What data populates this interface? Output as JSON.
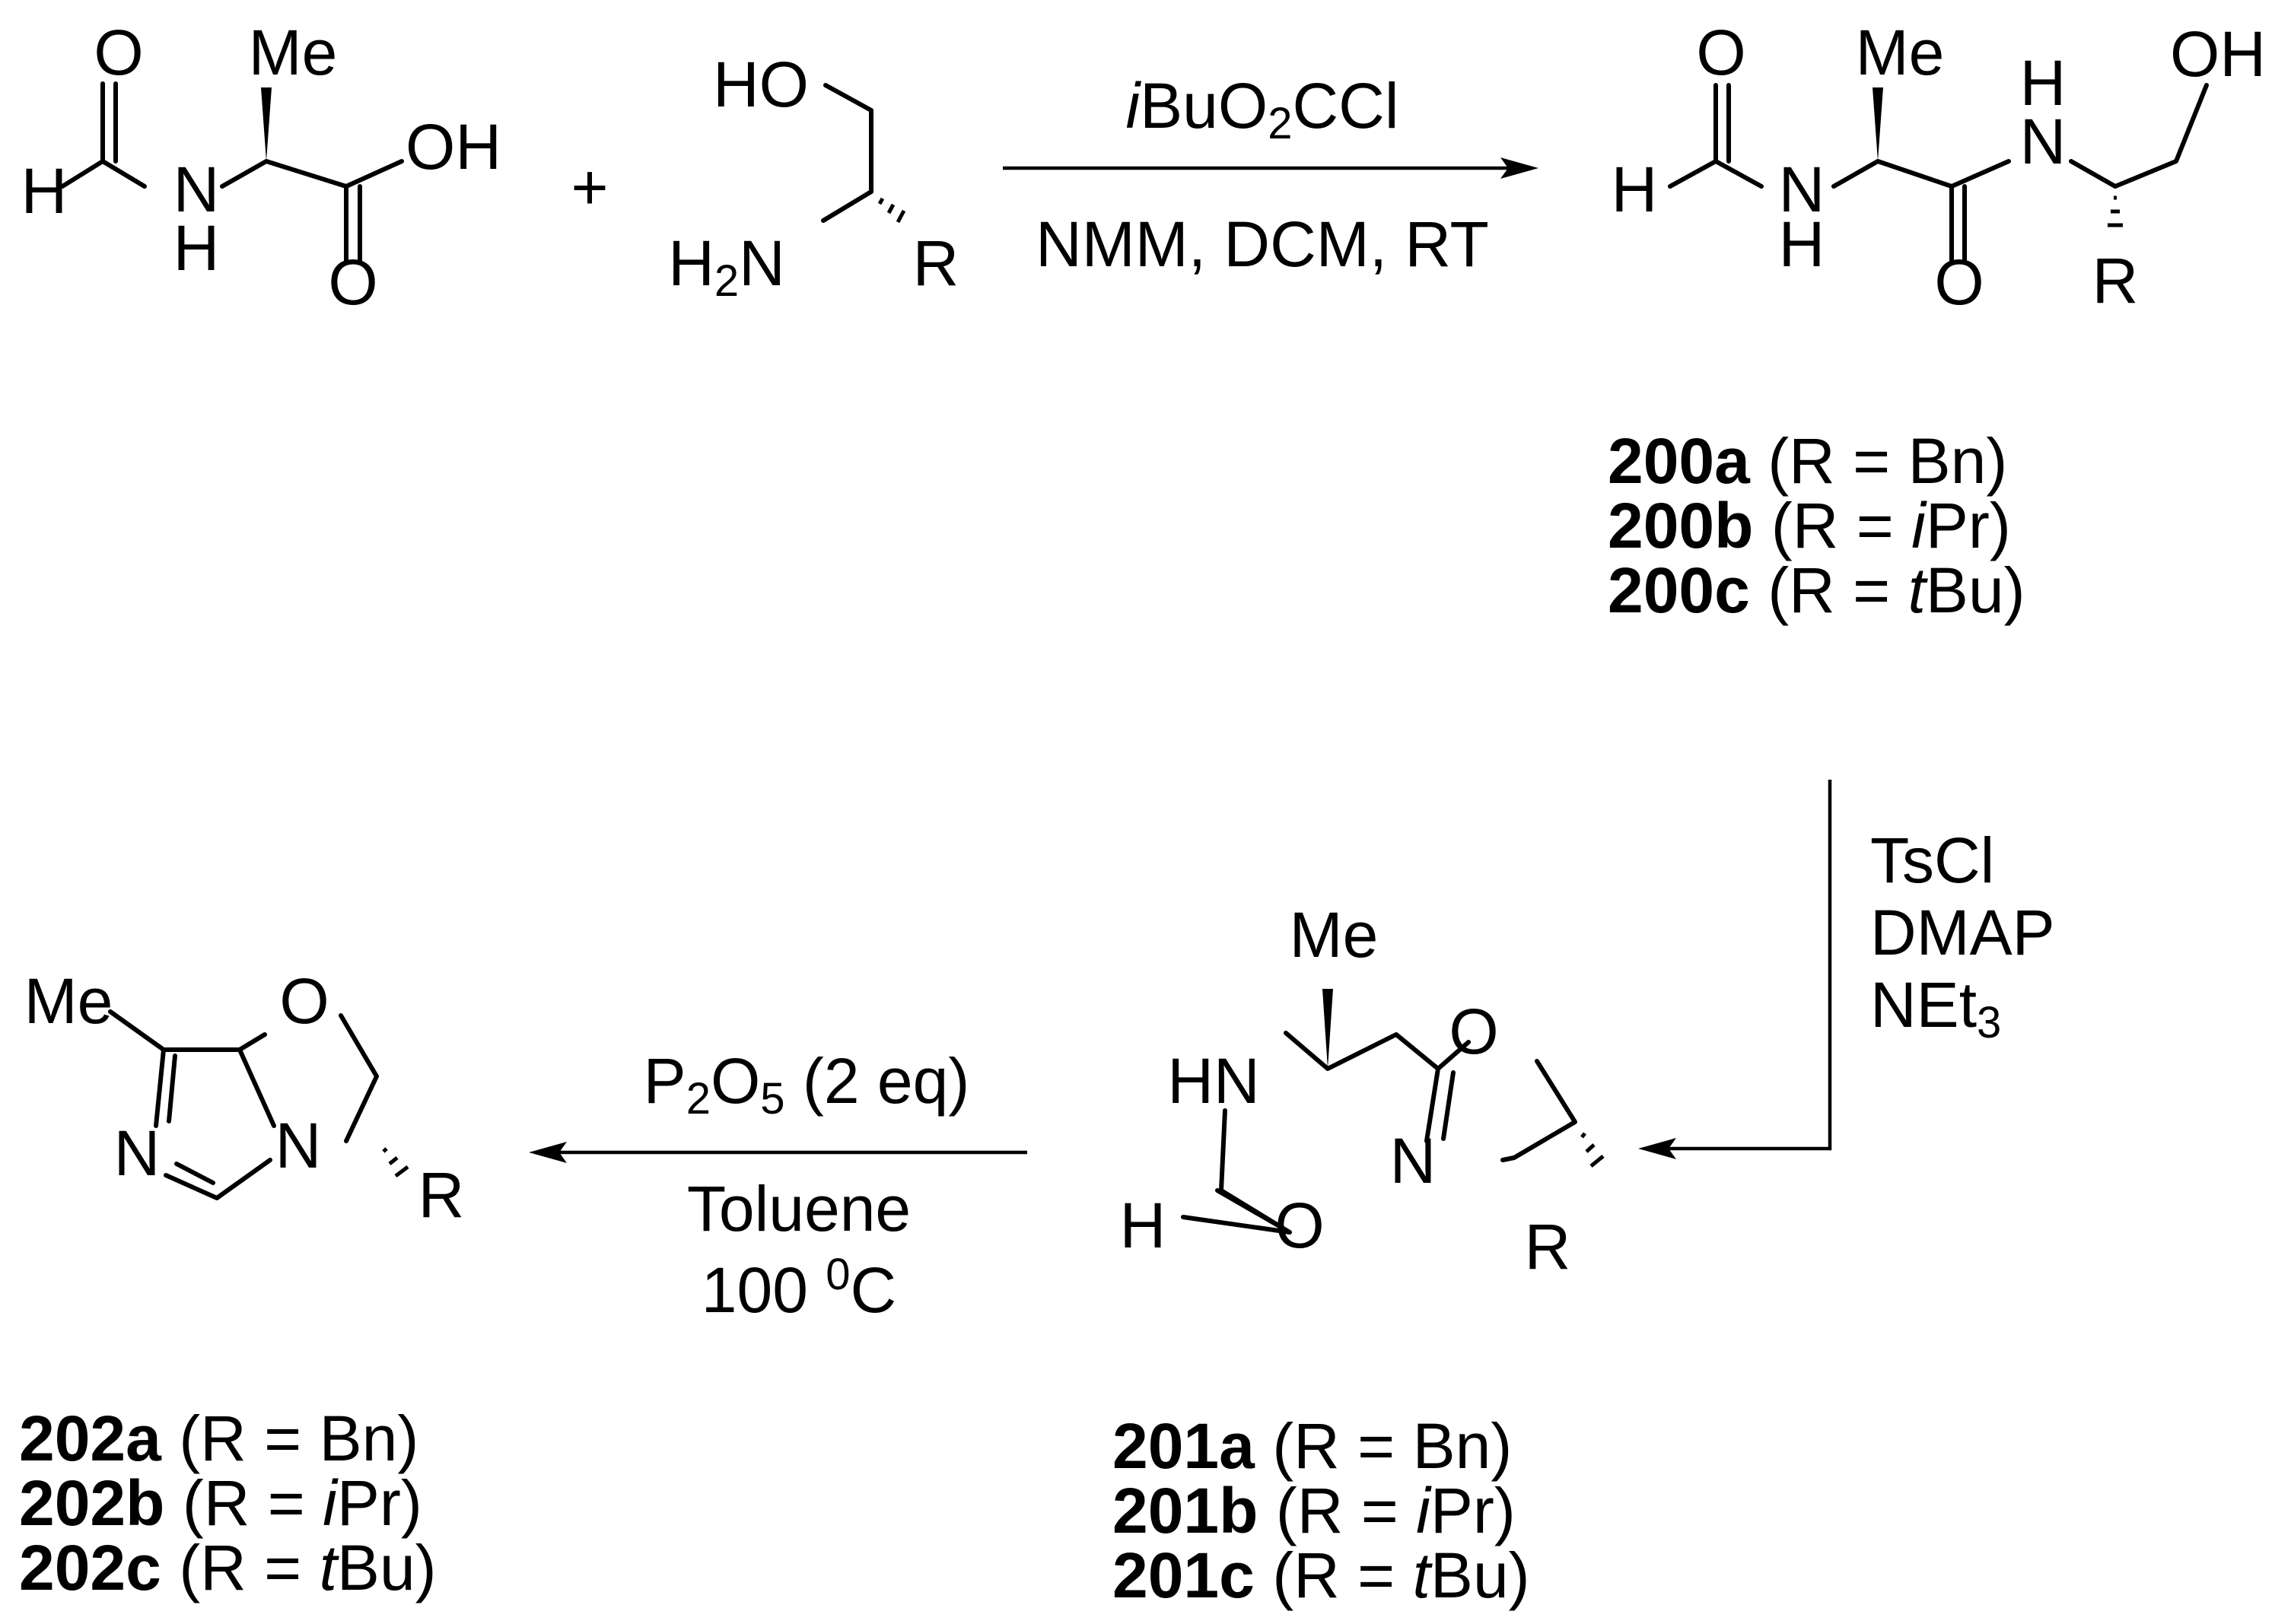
{
  "atoms": {
    "o": "O",
    "me": "Me",
    "h": "H",
    "n": "N",
    "oh": "OH",
    "ho": "HO",
    "hn": "HN",
    "r": "R",
    "h2n_h": "H",
    "h2n_sub": "2",
    "h2n_n": "N"
  },
  "plus": "+",
  "step1": {
    "reagent_prefix": "i",
    "reagent_a": "BuO",
    "reagent_sub": "2",
    "reagent_b": "CCl",
    "conditions": "NMM, DCM, RT"
  },
  "step2": {
    "line1": "TsCl",
    "line2": "DMAP",
    "line3_a": "NEt",
    "line3_sub": "3"
  },
  "step3": {
    "reagent_a": "P",
    "reagent_sub1": "2",
    "reagent_b": "O",
    "reagent_sub2": "5",
    "reagent_c": " (2 eq)",
    "solvent": "Toluene",
    "temp_a": "100 ",
    "temp_sup": "0",
    "temp_b": "C"
  },
  "labels_200": [
    {
      "id": "200a",
      "open": " (R = ",
      "it": "",
      "sub": "Bn",
      "close": ")"
    },
    {
      "id": "200b",
      "open": " (R = ",
      "it": "i",
      "sub": "Pr",
      "close": ")"
    },
    {
      "id": "200c",
      "open": " (R = ",
      "it": "t",
      "sub": "Bu",
      "close": ")"
    }
  ],
  "labels_201": [
    {
      "id": "201a",
      "open": " (R = ",
      "it": "",
      "sub": "Bn",
      "close": ")"
    },
    {
      "id": "201b",
      "open": " (R = ",
      "it": "i",
      "sub": "Pr",
      "close": ")"
    },
    {
      "id": "201c",
      "open": " (R = ",
      "it": "t",
      "sub": "Bu",
      "close": ")"
    }
  ],
  "labels_202": [
    {
      "id": "202a",
      "open": " (R = ",
      "it": "",
      "sub": "Bn",
      "close": ")"
    },
    {
      "id": "202b",
      "open": " (R = ",
      "it": "i",
      "sub": "Pr",
      "close": ")"
    },
    {
      "id": "202c",
      "open": " (R = ",
      "it": "t",
      "sub": "Bu",
      "close": ")"
    }
  ]
}
